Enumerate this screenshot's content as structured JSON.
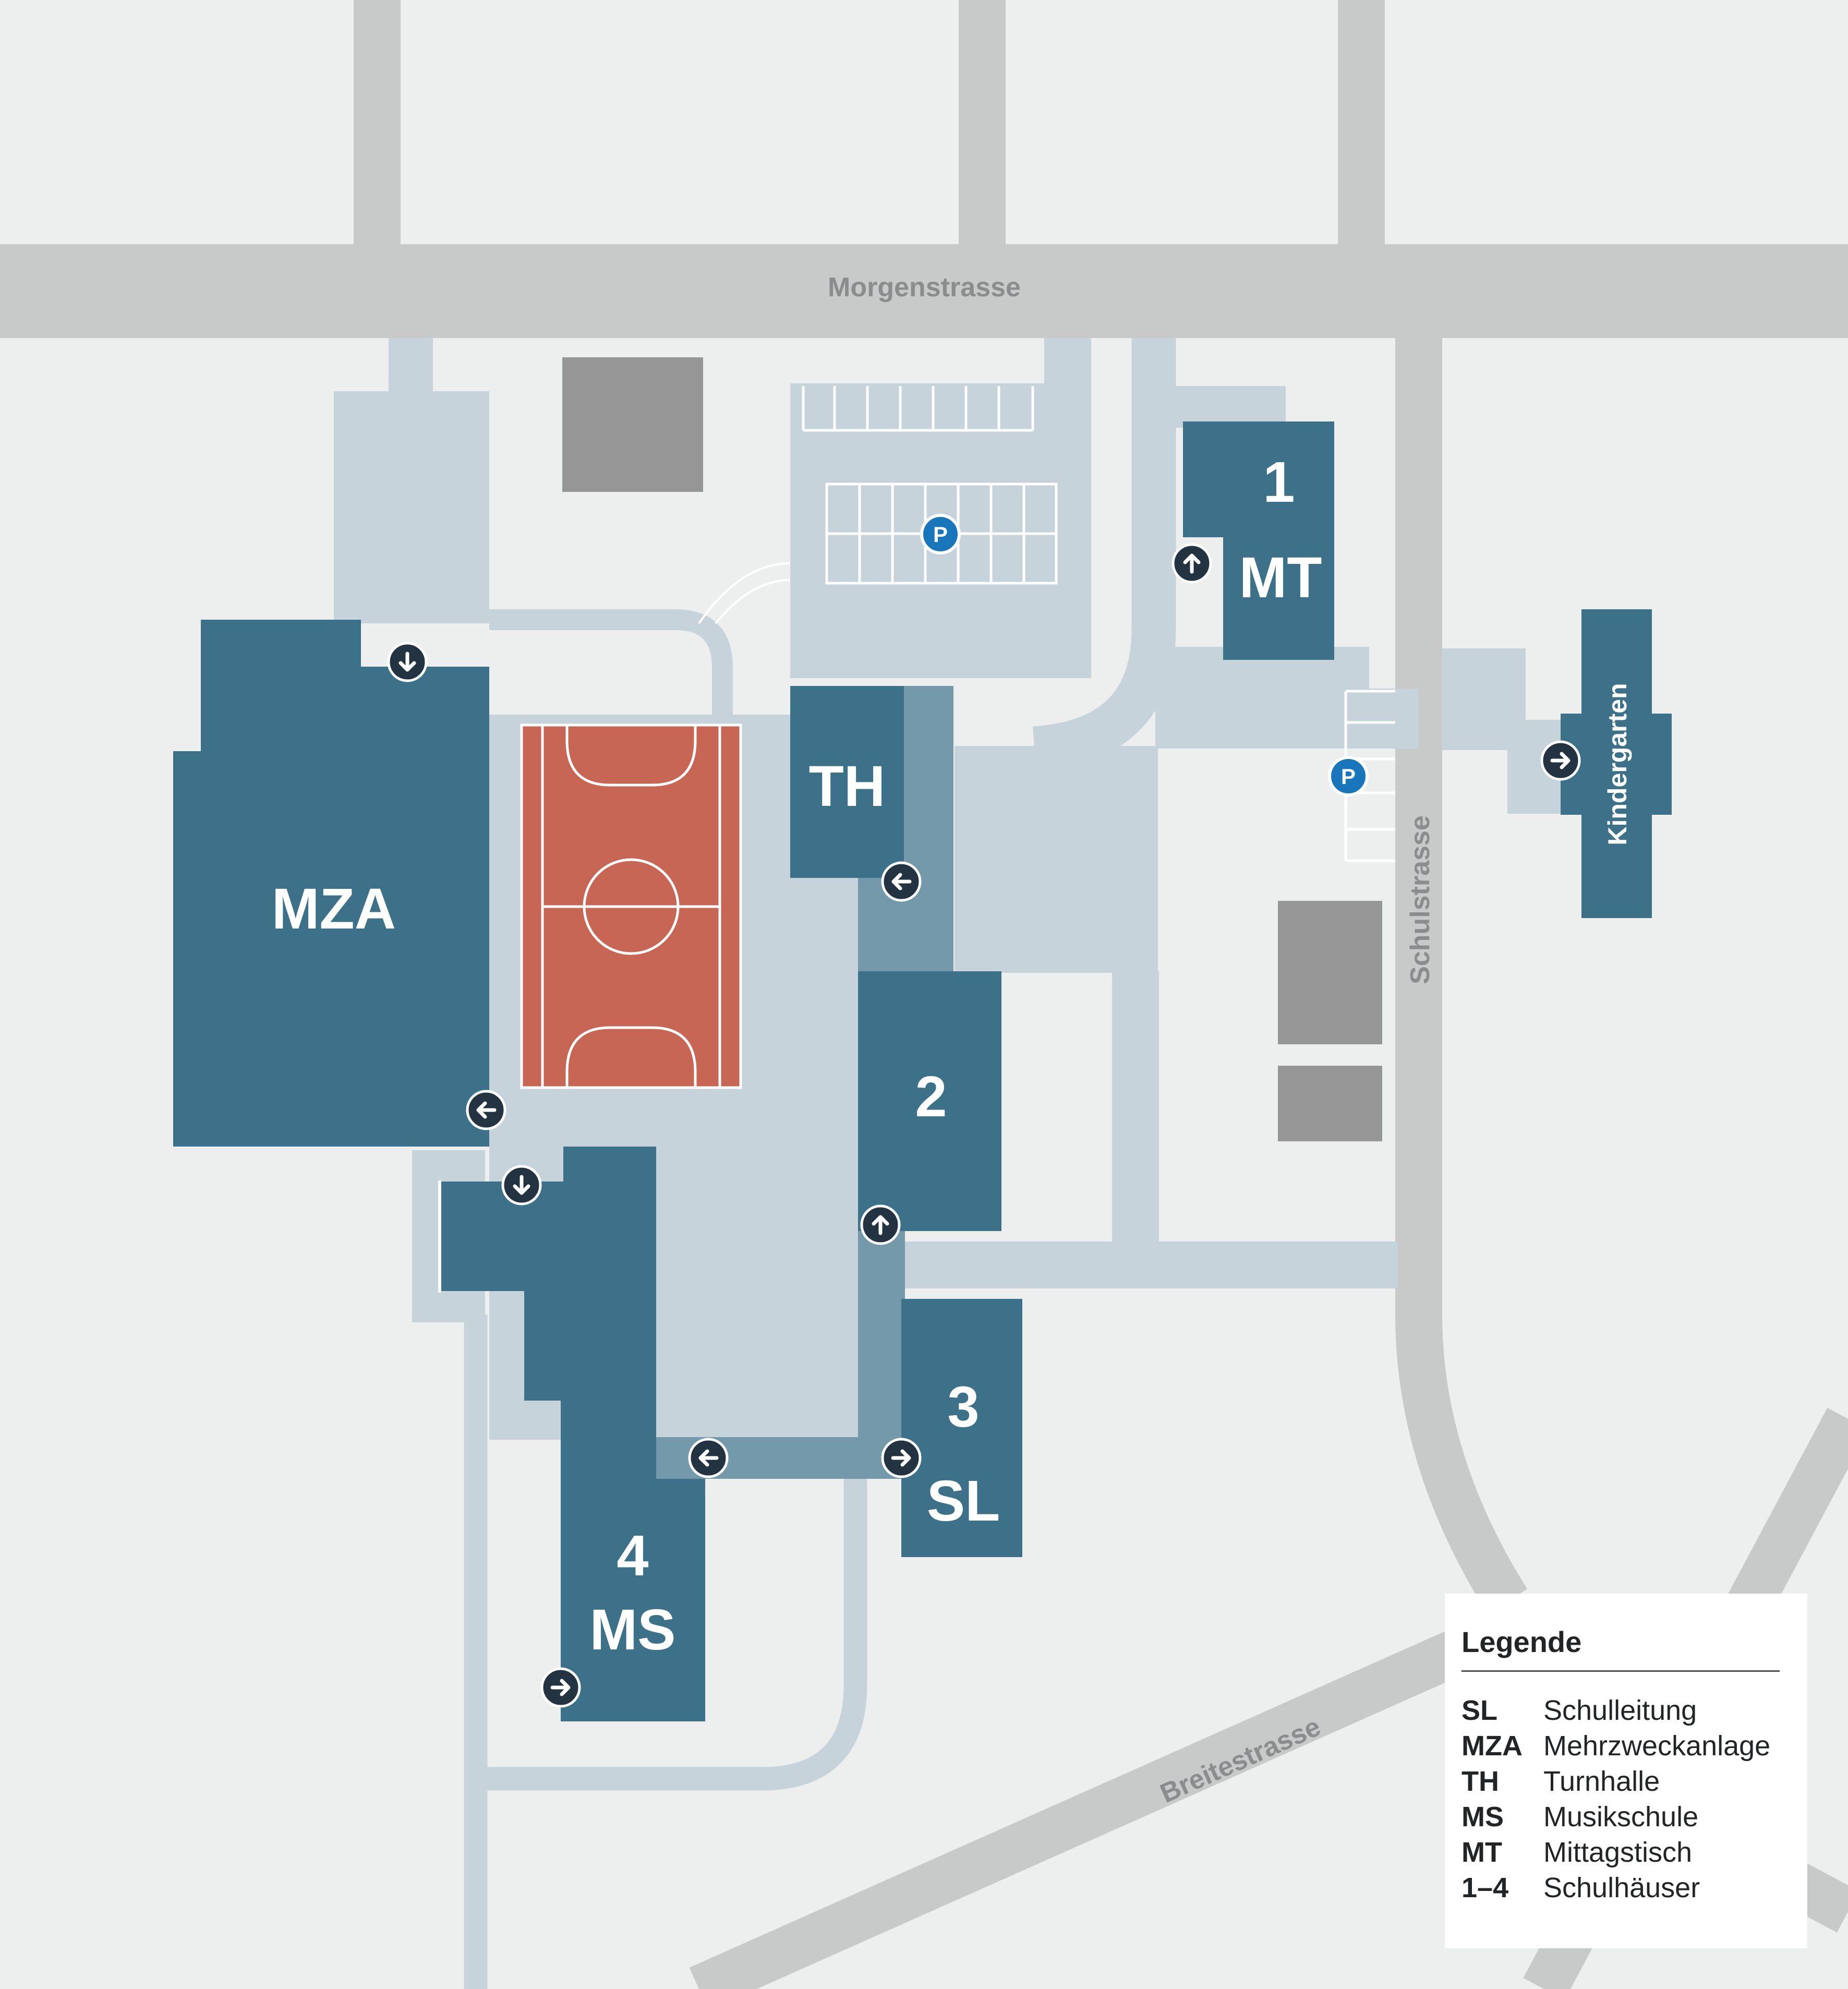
{
  "map": {
    "streets": {
      "morgenstrasse": "Morgenstrasse",
      "schulstrasse": "Schulstrasse",
      "breitestrasse": "Breitestrasse"
    },
    "buildings": {
      "mza": "MZA",
      "th": "TH",
      "b1": "1",
      "mt": "MT",
      "b2": "2",
      "b3": "3",
      "sl": "SL",
      "b4": "4",
      "ms": "MS",
      "kindergarten": "Kindergarten"
    },
    "parking_symbol": "P",
    "colors": {
      "background": "#edefef",
      "road": "#c8c9c9",
      "path": "#c7d3db",
      "corridor": "#7399ab",
      "building": "#3c7189",
      "court": "#c76655",
      "grey_block": "#969696",
      "parking_badge": "#1a76bb",
      "entrance_badge": "#233341"
    },
    "icons": [
      "parking-icon",
      "entrance-arrow-icon"
    ]
  },
  "legend": {
    "title": "Legende",
    "items": [
      {
        "code": "SL",
        "name": "Schulleitung"
      },
      {
        "code": "MZA",
        "name": "Mehrzweckanlage"
      },
      {
        "code": "TH",
        "name": "Turnhalle"
      },
      {
        "code": "MS",
        "name": "Musikschule"
      },
      {
        "code": "MT",
        "name": "Mittagstisch"
      },
      {
        "code": "1–4",
        "name": "Schulhäuser"
      }
    ]
  }
}
